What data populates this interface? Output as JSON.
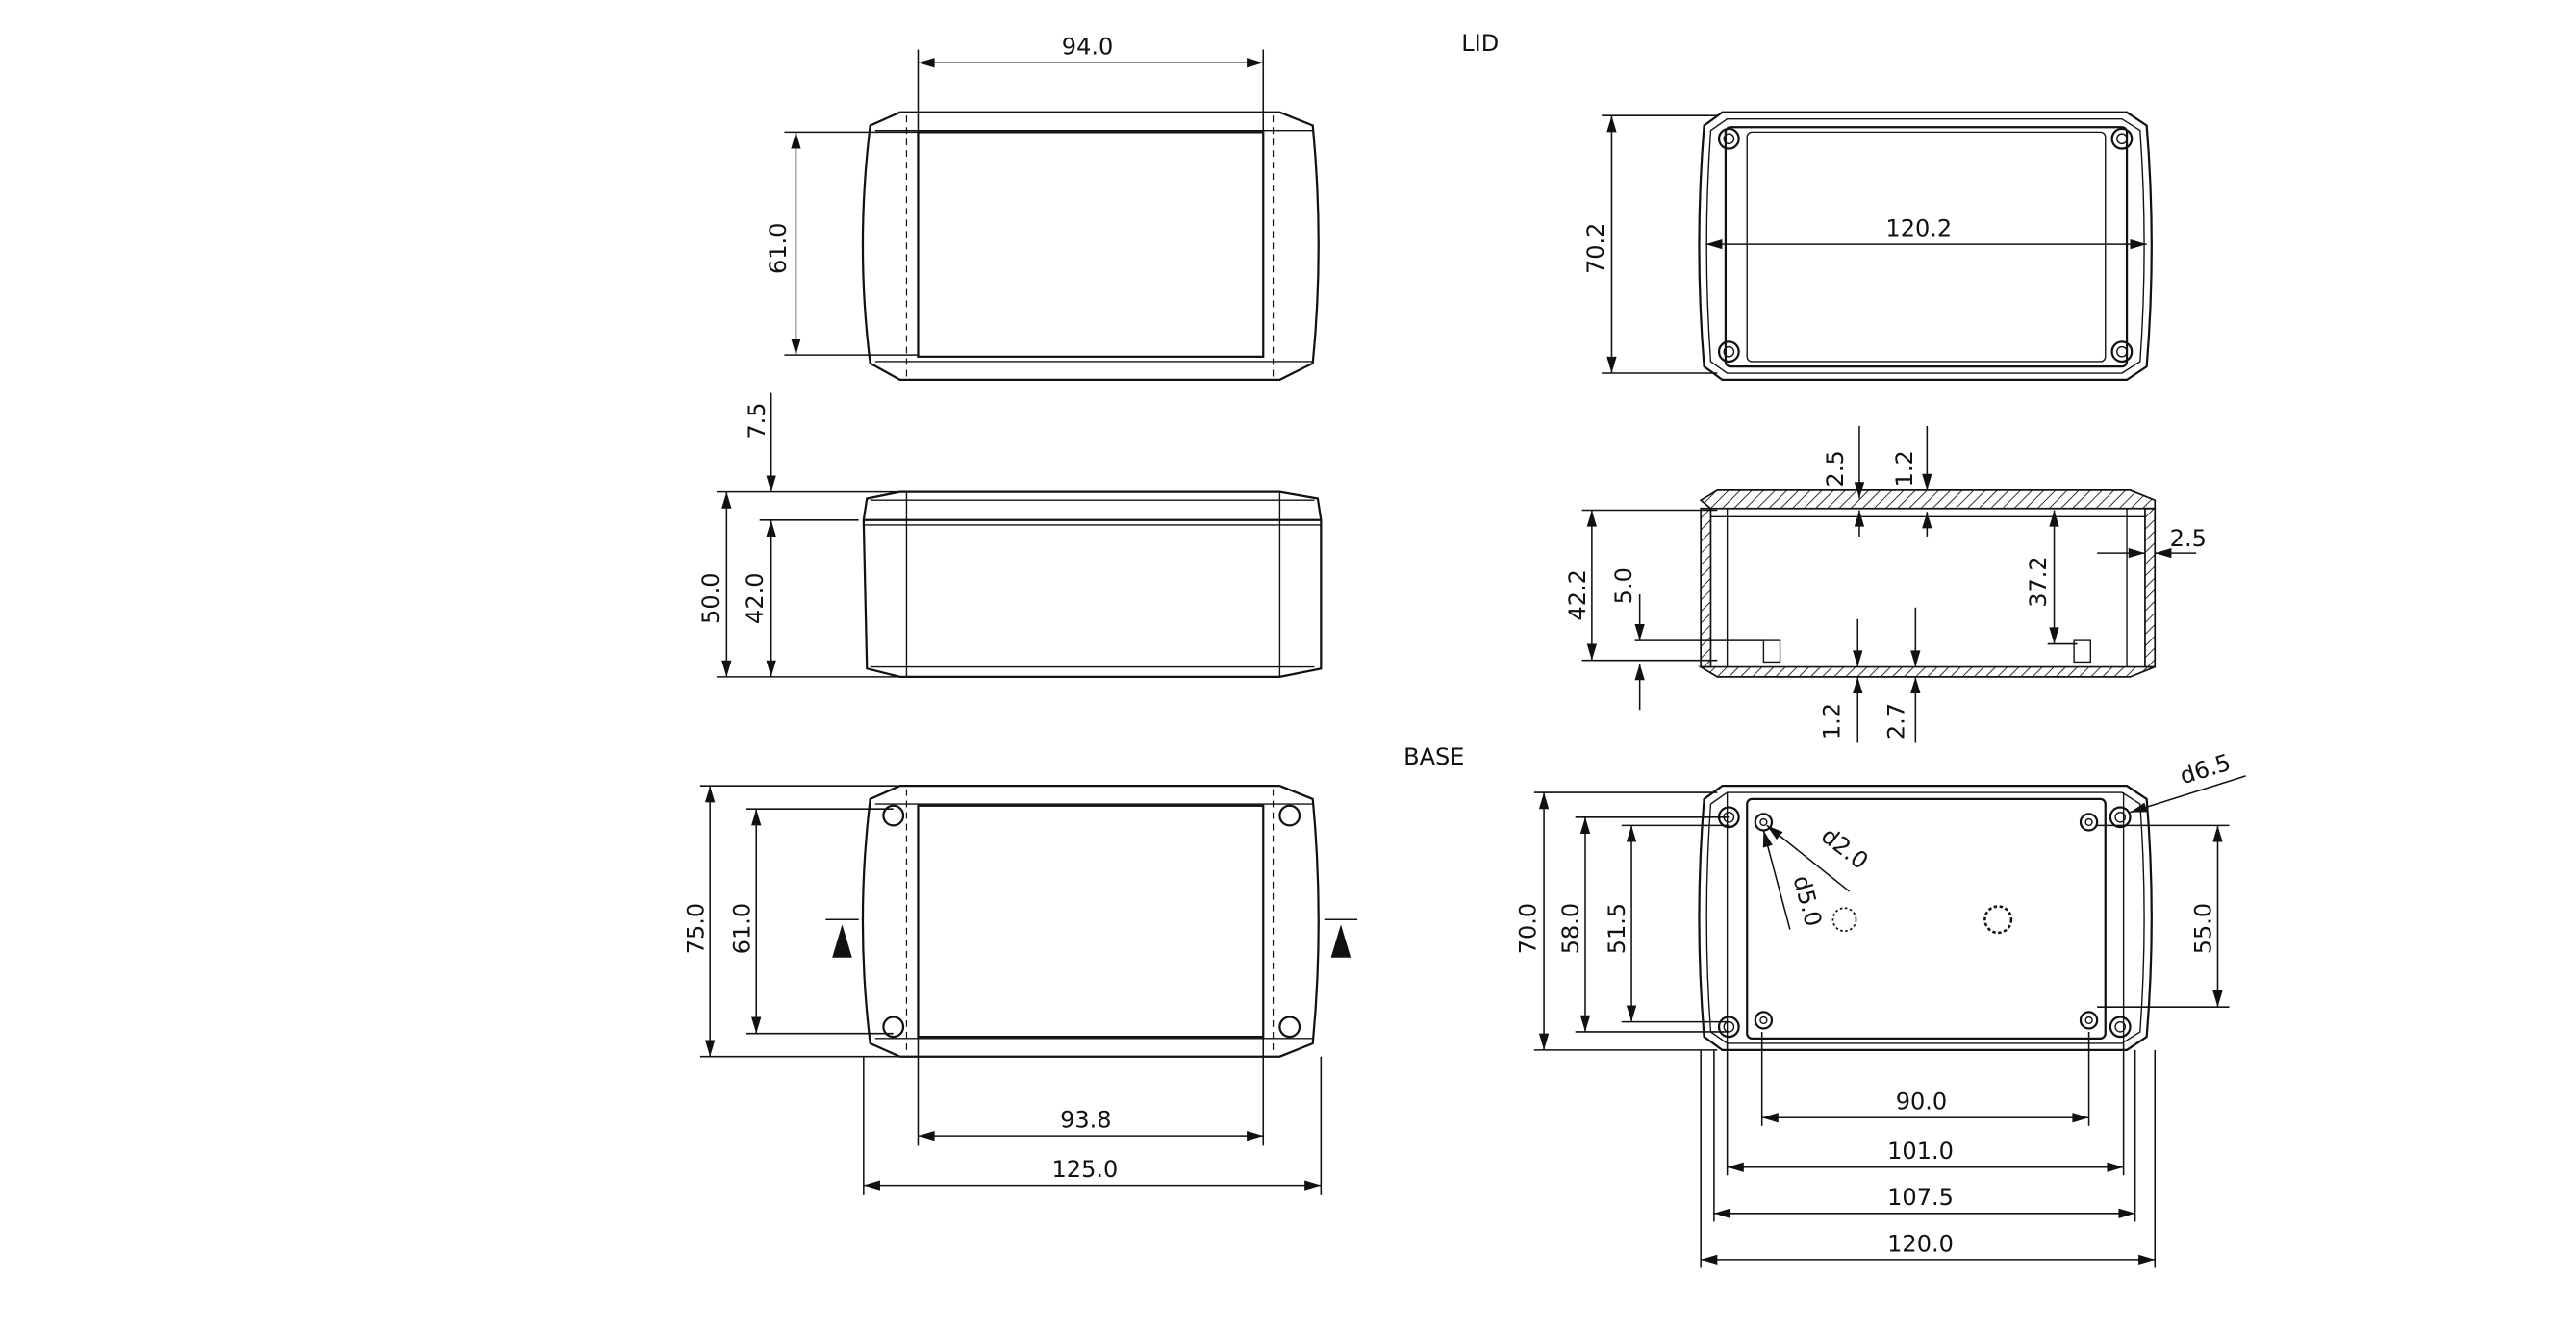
{
  "labels": {
    "lid": "LID",
    "base": "BASE"
  },
  "lid_top": {
    "width": "94.0",
    "height": "61.0"
  },
  "lid_inner": {
    "width": "120.2",
    "height": "70.2"
  },
  "side_view": {
    "lid_height": "7.5",
    "total_height": "50.0",
    "base_height": "42.0"
  },
  "section_view": {
    "lid_wall_top": "2.5",
    "lid_thickness": "1.2",
    "inner_height": "42.2",
    "standoff": "5.0",
    "cavity_height": "37.2",
    "side_wall": "2.5",
    "base_thickness": "1.2",
    "base_wall_bottom": "2.7"
  },
  "base_bottom": {
    "height": "75.0",
    "hole_spacing_v": "61.0",
    "inner_width": "93.8",
    "total_width": "125.0"
  },
  "base_top": {
    "height": "70.0",
    "v1": "58.0",
    "v2": "51.5",
    "v3": "55.0",
    "w1": "90.0",
    "w2": "101.0",
    "w3": "107.5",
    "w4": "120.0",
    "d_corner": "d6.5",
    "d_hole": "d2.0",
    "d_boss": "d5.0"
  }
}
